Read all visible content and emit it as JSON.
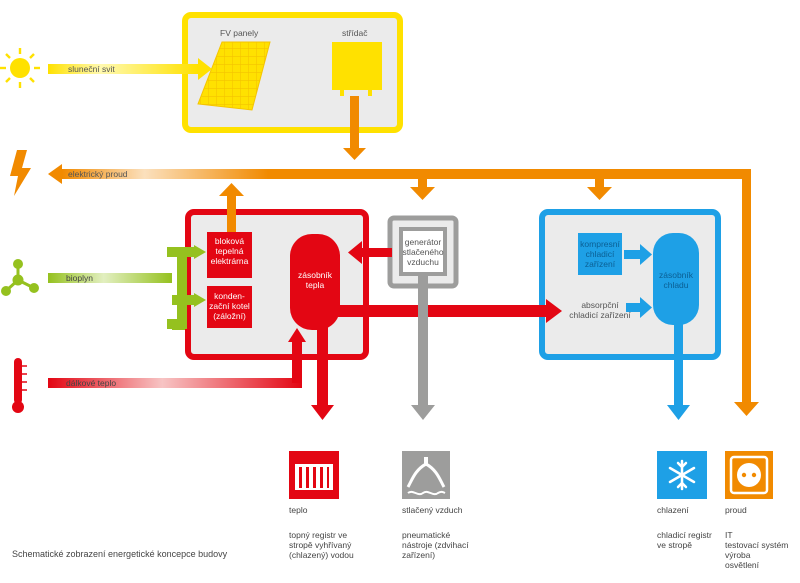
{
  "sources": {
    "sun": "sluneční svit",
    "electricity": "elektrický proud",
    "biogas": "bioplyn",
    "district_heat": "dálkové teplo"
  },
  "pv": {
    "panels": "FV panely",
    "inverter": "střídač"
  },
  "heat_box": {
    "chp": "bloková\ntepelná\nelektrárna",
    "boiler": "konden-\nzační kotel\n(záložní)",
    "heat_storage": "zásobník\ntepla"
  },
  "compressor": "generátor\nstlačeného\nvzduchu",
  "cold_box": {
    "compression_chiller": "kompresní\nchladicí\nzařízení",
    "absorption_chiller": "absorpční\nchladicí zařízení",
    "cold_storage": "zásobník\nchladu"
  },
  "outputs": {
    "heat": {
      "title": "teplo",
      "desc": "topný registr ve\nstropě vyhřívaný\n(chlazený) vodou"
    },
    "air": {
      "title": "stlačený vzduch",
      "desc": "pneumatické\nnástroje (zdvihací\nzařízení)"
    },
    "cooling": {
      "title": "chlazení",
      "desc": "chladicí registr\nve stropě"
    },
    "power": {
      "title": "proud",
      "desc": "IT\ntestovací systém\nvýroba\nosvětlení"
    }
  },
  "caption": "Schematické zobrazení energetické koncepce budovy",
  "colors": {
    "yellow": "#ffe100",
    "orange": "#f18a00",
    "red": "#e30613",
    "green": "#95c11f",
    "gray": "#9d9d9c",
    "blue": "#1ea0e6"
  }
}
